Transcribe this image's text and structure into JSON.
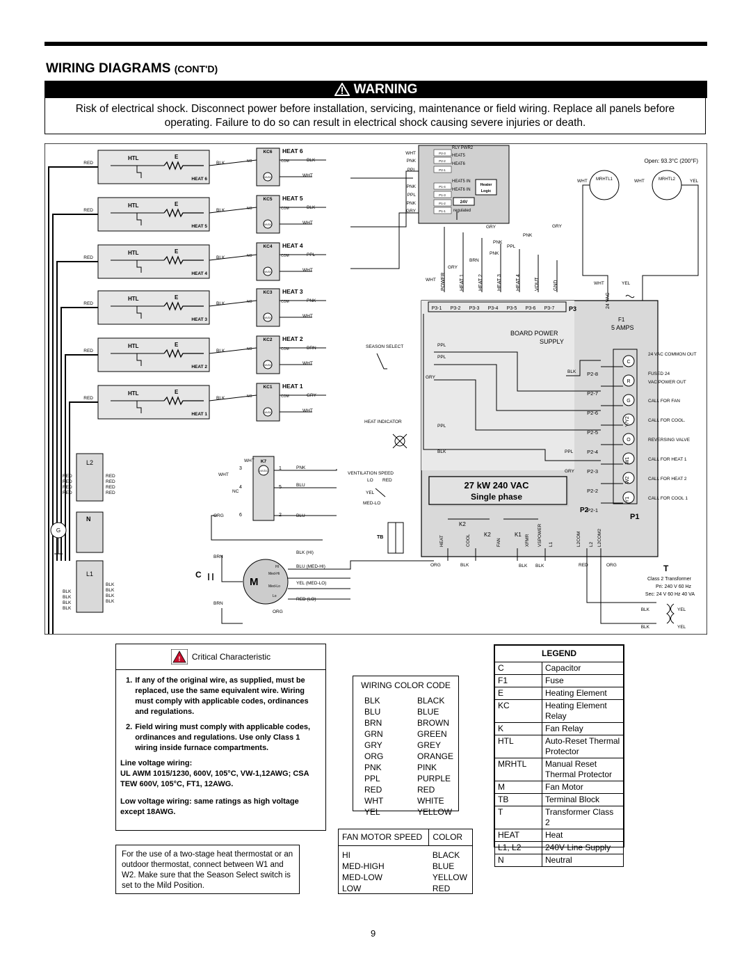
{
  "header": {
    "title": "WIRING DIAGRAMS",
    "title_suffix": "(CONT'D)"
  },
  "warning": {
    "label": "WARNING",
    "text_line1": "Risk of electrical shock. Disconnect power before installation, servicing, maintenance or field wiring. Replace all panels before",
    "text_line2": "operating. Failure to do so can result in electrical shock causing severe injuries or death."
  },
  "diagram": {
    "stages": [
      {
        "htl": "HTL",
        "e": "E",
        "heat": "HEAT 6",
        "kc": "KC6",
        "w1": "RED",
        "w2": "BLK",
        "w3": "WHT",
        "w4": "BLK"
      },
      {
        "htl": "HTL",
        "e": "E",
        "heat": "HEAT 5",
        "kc": "KC5",
        "w1": "RED",
        "w2": "BLK",
        "w3": "WHT",
        "w4": "BLK"
      },
      {
        "htl": "HTL",
        "e": "E",
        "heat": "HEAT 4",
        "kc": "KC4",
        "w1": "RED",
        "w2": "BLK",
        "w3": "WHT",
        "w4": "PPL"
      },
      {
        "htl": "HTL",
        "e": "E",
        "heat": "HEAT 3",
        "kc": "KC3",
        "w1": "RED",
        "w2": "BLK",
        "w3": "WHT",
        "w4": "PNK"
      },
      {
        "htl": "HTL",
        "e": "E",
        "heat": "HEAT 2",
        "kc": "KC2",
        "w1": "RED",
        "w2": "BLK",
        "w3": "WHT",
        "w4": "BRN"
      },
      {
        "htl": "HTL",
        "e": "E",
        "heat": "HEAT 1",
        "kc": "KC1",
        "w1": "RED",
        "w2": "BLK",
        "w3": "WHT",
        "w4": "GRY"
      }
    ],
    "relay_labels": {
      "no": "NO",
      "com": "COM",
      "coil": "24VDC",
      "blk": "BLK"
    },
    "logic": {
      "rows": [
        "P2-3",
        "P2-2",
        "P2-1",
        "P1-4",
        "P1-3",
        "P1-2",
        "P1-1"
      ],
      "signals": [
        "RLY PWR2",
        "HEAT5",
        "HEAT6",
        "HEAT5 IN",
        "HEAT6 IN"
      ],
      "wires": [
        "WHT",
        "PNK",
        "PPL",
        "PNK",
        "PPL",
        "PNK",
        "GRY"
      ],
      "heater_logic": "Heater Logic",
      "supply": "24V",
      "regulated": "regulated"
    },
    "board": {
      "rating": "27 kW 240 VAC",
      "phase": "Single phase",
      "p3_label": "P3",
      "p3_pins": [
        "P3-1",
        "P3-2",
        "P3-3",
        "P3-4",
        "P3-5",
        "P3-6",
        "P3-7"
      ],
      "p3_names": [
        "POWER",
        "HEAT 1",
        "HEAT 2",
        "HEAT 3",
        "HEAT 4",
        "VOUT",
        "GND"
      ],
      "board_power": "BOARD POWER",
      "supply": "SUPPLY",
      "season_select": "SEASON SELECT",
      "heat_indicator": "HEAT INDICATOR",
      "vent_speed": "VENTILATION SPEED",
      "lo": "LO",
      "red": "RED",
      "yel": "YEL",
      "med_lo": "MED-LO",
      "tb": "TB",
      "p2": "P2",
      "p1": "P1",
      "bottom_terms": [
        "HEAT",
        "COOL",
        "FAN",
        "XFMR",
        "VSPOWER",
        "L1",
        "L2COM",
        "L2",
        "L2COM2"
      ],
      "k_labels": [
        "K2",
        "K2",
        "K1"
      ],
      "f1": "F1",
      "amps": "5 AMPS",
      "vac": "24 VAC",
      "open_temp": "Open: 93.3°C (200°F)",
      "mrhtl1": "MRHTL1",
      "mrhtl2": "MRHTL2"
    },
    "terminals": [
      {
        "id": "C",
        "pin": "P2-8",
        "label": "24 VAC COMMON OUT"
      },
      {
        "id": "R",
        "pin": "P2-7",
        "label": "FUSED 24 VAC POWER OUT"
      },
      {
        "id": "G",
        "pin": "P2-6",
        "label": "CALL FOR FAN"
      },
      {
        "id": "Y/Y2",
        "pin": "P2-5",
        "label": "CALL FOR COOL."
      },
      {
        "id": "O",
        "pin": "P2-4",
        "label": "REVERSING VALVE"
      },
      {
        "id": "W1",
        "pin": "P2-3",
        "label": "CALL FOR HEAT 1"
      },
      {
        "id": "W2",
        "pin": "P2-2",
        "label": "CALL FOR HEAT 2"
      },
      {
        "id": "Y1",
        "pin": "P2-1",
        "label": "CALL FOR COOL 1"
      }
    ],
    "transformer": {
      "letter": "T",
      "title": "Class 2 Transformer",
      "pri": "Pri: 240 V 60 Hz",
      "sec": "Sec: 24 V 60 Hz 40 VA",
      "blk": "BLK",
      "yel": "YEL"
    },
    "motor": {
      "m": "M",
      "c": "C",
      "k7": "K7",
      "hi": "HI",
      "medhi": "Med-Hi",
      "medlo": "Med-Lo",
      "lo": "Lo",
      "wires": [
        "BLK (HI)",
        "BLU (MED-HI)",
        "YEL (MED-LO)",
        "RED (LO)",
        "ORG",
        "BRN",
        "BRN",
        "PNK",
        "BLU",
        "BLU",
        "ORG",
        "WHT",
        "WHT",
        "NC"
      ]
    },
    "supply": {
      "l1": "L1",
      "l2": "L2",
      "n": "N",
      "g": "G",
      "red": "RED",
      "blk": "BLK"
    },
    "misc_wires": [
      "GRY",
      "PNK",
      "PPL",
      "BRN",
      "WHT",
      "YEL",
      "ORG",
      "BLK",
      "RED"
    ]
  },
  "notes": {
    "critical": "Critical Characteristic",
    "item1_num": "1.",
    "item1": "If any of the original wire, as supplied, must be replaced, use the same equivalent wire. Wiring must comply with applicable codes, ordinances and regulations.",
    "item2_num": "2.",
    "item2": "Field wiring must comply with applicable codes, ordinances and regulations. Use only Class 1 wiring inside furnace compartments.",
    "line_voltage_title": "Line voltage wiring:",
    "line_voltage_text": "UL AWM 1015/1230, 600V, 105°C, VW-1,12AWG; CSA TEW 600V, 105°C, FT1, 12AWG.",
    "low_voltage": "Low voltage wiring: same ratings as high voltage except 18AWG."
  },
  "thermostat_note": "For the use of a two-stage heat thermostat or an outdoor thermostat, connect between W1 and W2. Make sure that the Season Select switch is set to the Mild Position.",
  "wiring_color_code": {
    "title": "WIRING COLOR CODE",
    "rows": [
      [
        "BLK",
        "BLACK"
      ],
      [
        "BLU",
        "BLUE"
      ],
      [
        "BRN",
        "BROWN"
      ],
      [
        "GRN",
        "GREEN"
      ],
      [
        "GRY",
        "GREY"
      ],
      [
        "ORG",
        "ORANGE"
      ],
      [
        "PNK",
        "PINK"
      ],
      [
        "PPL",
        "PURPLE"
      ],
      [
        "RED",
        "RED"
      ],
      [
        "WHT",
        "WHITE"
      ],
      [
        "YEL",
        "YELLOW"
      ]
    ]
  },
  "fan_motor_speed": {
    "col1": "FAN MOTOR SPEED",
    "col2": "COLOR",
    "rows": [
      [
        "HI",
        "BLACK"
      ],
      [
        "MED-HIGH",
        "BLUE"
      ],
      [
        "MED-LOW",
        "YELLOW"
      ],
      [
        "LOW",
        "RED"
      ]
    ]
  },
  "legend": {
    "title": "LEGEND",
    "rows": [
      [
        "C",
        "Capacitor"
      ],
      [
        "F1",
        "Fuse"
      ],
      [
        "E",
        "Heating Element"
      ],
      [
        "KC",
        "Heating Element Relay"
      ],
      [
        "K",
        "Fan Relay"
      ],
      [
        "HTL",
        "Auto-Reset Thermal Protector"
      ],
      [
        "MRHTL",
        "Manual Reset Thermal Protector"
      ],
      [
        "M",
        "Fan Motor"
      ],
      [
        "TB",
        "Terminal Block"
      ],
      [
        "T",
        "Transformer Class 2"
      ],
      [
        "HEAT",
        "Heat"
      ],
      [
        "L1, L2",
        "240V Line Supply"
      ],
      [
        "N",
        "Neutral"
      ]
    ]
  },
  "page_number": "9"
}
